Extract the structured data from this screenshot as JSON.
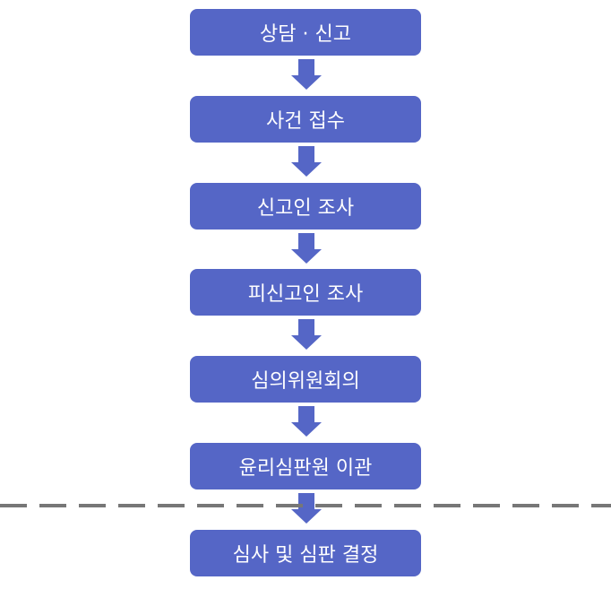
{
  "steps": [
    "상담 · 신고",
    "사건 접수",
    "신고인 조사",
    "피신고인 조사",
    "심의위원회의",
    "윤리심판원 이관",
    "심사 및 심판 결정"
  ],
  "colors": {
    "box": "#5566c6",
    "divider": "#777777"
  }
}
